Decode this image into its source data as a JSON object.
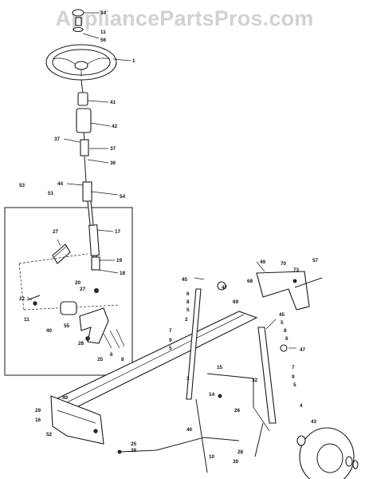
{
  "watermark": {
    "text": "AppliancePartsPros.com"
  },
  "callouts": [
    {
      "id": "c34",
      "text": "34"
    },
    {
      "id": "c11a",
      "text": "11"
    },
    {
      "id": "c56",
      "text": "56"
    },
    {
      "id": "c1",
      "text": "1"
    },
    {
      "id": "c41",
      "text": "41"
    },
    {
      "id": "c42",
      "text": "42"
    },
    {
      "id": "c37a",
      "text": "37"
    },
    {
      "id": "c37b",
      "text": "37"
    },
    {
      "id": "c36",
      "text": "36"
    },
    {
      "id": "c53",
      "text": "53"
    },
    {
      "id": "c44",
      "text": "44"
    },
    {
      "id": "c51",
      "text": "51"
    },
    {
      "id": "c54",
      "text": "54"
    },
    {
      "id": "c27a",
      "text": "27"
    },
    {
      "id": "c17",
      "text": "17"
    },
    {
      "id": "c19",
      "text": "19"
    },
    {
      "id": "c18",
      "text": "18"
    },
    {
      "id": "c20",
      "text": "20"
    },
    {
      "id": "c27b",
      "text": "27"
    },
    {
      "id": "c22",
      "text": "22"
    },
    {
      "id": "c11b",
      "text": "11"
    },
    {
      "id": "c40",
      "text": "40"
    },
    {
      "id": "c55",
      "text": "55"
    },
    {
      "id": "c28a",
      "text": "28"
    },
    {
      "id": "c25",
      "text": "25"
    },
    {
      "id": "c6a",
      "text": "6"
    },
    {
      "id": "c8a",
      "text": "8"
    },
    {
      "id": "c45a",
      "text": "45"
    },
    {
      "id": "c6b",
      "text": "6"
    },
    {
      "id": "c8b",
      "text": "8"
    },
    {
      "id": "c5a",
      "text": "5"
    },
    {
      "id": "c47a",
      "text": "47"
    },
    {
      "id": "c2",
      "text": "2"
    },
    {
      "id": "c7a",
      "text": "7"
    },
    {
      "id": "c9a",
      "text": "9"
    },
    {
      "id": "c5b",
      "text": "5"
    },
    {
      "id": "c15",
      "text": "15"
    },
    {
      "id": "c49a",
      "text": "49"
    },
    {
      "id": "c70",
      "text": "70"
    },
    {
      "id": "c73",
      "text": "73"
    },
    {
      "id": "c57",
      "text": "57"
    },
    {
      "id": "c69",
      "text": "69"
    },
    {
      "id": "c68",
      "text": "68"
    },
    {
      "id": "c45b",
      "text": "45"
    },
    {
      "id": "c5c",
      "text": "5"
    },
    {
      "id": "c8c",
      "text": "8"
    },
    {
      "id": "c6c",
      "text": "6"
    },
    {
      "id": "c47b",
      "text": "47"
    },
    {
      "id": "c7b",
      "text": "7"
    },
    {
      "id": "c9b",
      "text": "9"
    },
    {
      "id": "c5d",
      "text": "5"
    },
    {
      "id": "c32",
      "text": "32"
    },
    {
      "id": "c3",
      "text": "3"
    },
    {
      "id": "c49b",
      "text": "49"
    },
    {
      "id": "c29",
      "text": "29"
    },
    {
      "id": "c16",
      "text": "16"
    },
    {
      "id": "c52",
      "text": "52"
    },
    {
      "id": "c25b",
      "text": "25"
    },
    {
      "id": "c28b",
      "text": "28"
    },
    {
      "id": "c40b",
      "text": "40"
    },
    {
      "id": "c26",
      "text": "26"
    },
    {
      "id": "c4",
      "text": "4"
    },
    {
      "id": "c43",
      "text": "43"
    },
    {
      "id": "c28c",
      "text": "28"
    },
    {
      "id": "c30",
      "text": "30"
    },
    {
      "id": "c10",
      "text": "10"
    },
    {
      "id": "c14",
      "text": "14"
    }
  ]
}
